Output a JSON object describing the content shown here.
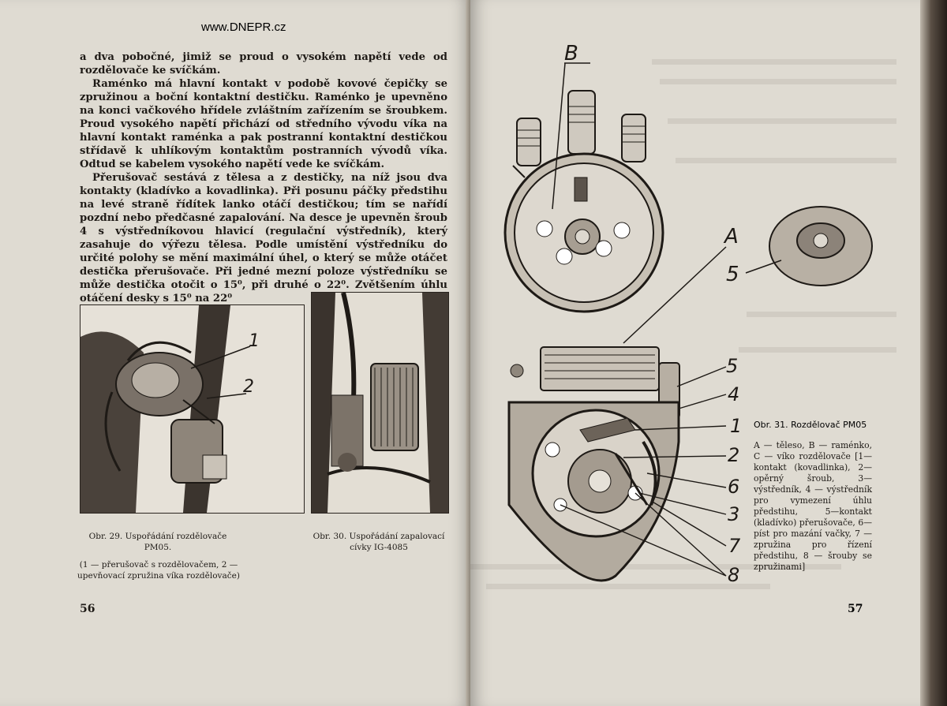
{
  "watermark": "www.DNEPR.cz",
  "left_page": {
    "paragraphs": [
      "a dva pobočné, jimiž se proud o vysokém napětí vede od rozdělovače ke svíčkám.",
      "Raménko má hlavní kontakt v podobě kovové čepičky se zpružinou a boční kontaktní destičku. Raménko je upevněno na konci vačkového hřídele zvláštním zařízením se šroubkem. Proud vysokého napětí přichází od středního vývodu víka na hlavní kontakt raménka a pak postranní kontaktní destičkou střídavě k uhlíkovým kontaktům postranních vývodů víka. Odtud se kabelem vysokého napětí vede ke svíčkám.",
      "Přerušovač sestává z tělesa a z destičky, na níž jsou dva kontakty (kladívko a kovadlinka). Při posunu páčky předstihu na levé straně řídítek lanko otáčí destičkou; tím se nařídí pozdní nebo předčasné zapalování. Na desce je upevněn šroub 4 s výstředníkovou hlavicí (regulační výstředník), který zasahuje do výřezu tělesa. Podle umístění výstředníku do určité polohy se mění maximální úhel, o který se může otáčet destička přerušovače. Při jedné mezní poloze výstředníku se může destička otočit o 15⁰, při druhé o 22⁰. Zvětšením úhlu otáčení desky s 15⁰ na 22⁰"
    ],
    "fig29": {
      "caption": "Obr. 29. Uspořádání rozdělovače PM05.",
      "note": "(1 — přerušovač s rozdělovačem, 2 — upevňovací zpružina víka rozdělovače)",
      "labels": [
        "1",
        "2"
      ]
    },
    "fig30": {
      "caption": "Obr. 30. Uspořádání zapalovací cívky IG-4085"
    },
    "page_number": "56"
  },
  "right_page": {
    "labels": {
      "B": "B",
      "A": "A",
      "five_top": "5",
      "n5": "5",
      "n4": "4",
      "n1": "1",
      "n2": "2",
      "n6": "6",
      "n3": "3",
      "n7": "7",
      "n8": "8"
    },
    "fig31": {
      "title": "Obr. 31. Rozdělovač PM05",
      "caption": "A — těleso, B — raménko, C — víko rozdělovače [1—kontakt (kovadlinka), 2—opěrný šroub, 3—výstředník, 4 — výstředník pro vymezení úhlu předstihu, 5—kontakt (kladívko) přerušovače, 6—píst pro mazání vačky, 7 — zpružina pro řízení předstihu, 8 — šrouby se zpružinami]"
    },
    "page_number": "57"
  }
}
